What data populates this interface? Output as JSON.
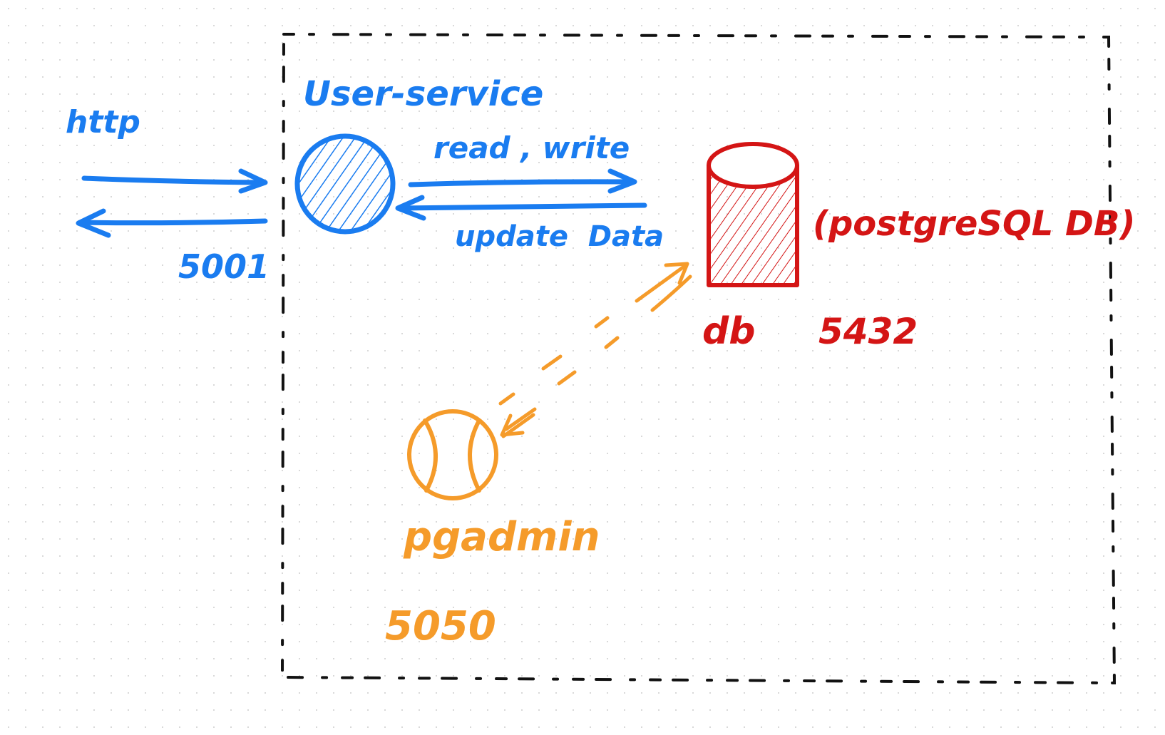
{
  "colors": {
    "service": "#1a7cf0",
    "database": "#d41515",
    "admin": "#f59b2a",
    "boundary": "#111111"
  },
  "client": {
    "protocol_label": "http",
    "port_label": "5001"
  },
  "service": {
    "name_label": "User-service",
    "request_label": "read , write",
    "response_label": "update  Data"
  },
  "database": {
    "type_label": "(postgreSQL DB)",
    "name_label": "db",
    "port_label": "5432"
  },
  "admin": {
    "name_label": "pgadmin",
    "port_label": "5050"
  }
}
